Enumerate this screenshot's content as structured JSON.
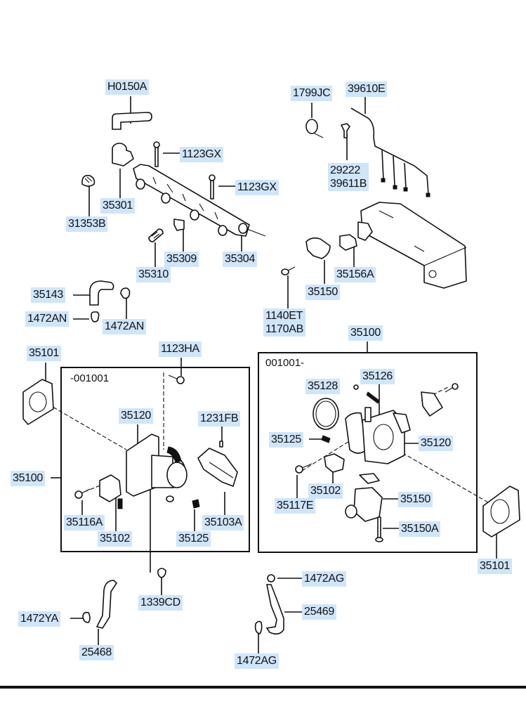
{
  "diagram": {
    "type": "exploded-parts-diagram",
    "subject": "Throttle body and fuel rail assembly",
    "highlight_color": "#cfe5fa",
    "boxes": {
      "left_note": "-001001",
      "right_note": "001001-"
    },
    "labels": {
      "h0150a": "H0150A",
      "l1123gx_a": "1123GX",
      "l1123gx_b": "1123GX",
      "l35301": "35301",
      "l31353b": "31353B",
      "l35310": "35310",
      "l35309": "35309",
      "l35304": "35304",
      "l1799jc": "1799JC",
      "l39610e": "39610E",
      "l29222": "29222",
      "l39611b": "39611B",
      "l35156a": "35156A",
      "l35150_top": "35150",
      "l1140et": "1140ET",
      "l1170ab": "1170AB",
      "l35143": "35143",
      "l1472an_a": "1472AN",
      "l1472an_b": "1472AN",
      "l35101_left": "35101",
      "l1123ha": "1123HA",
      "l35100_left": "35100",
      "l35120_left": "35120",
      "l1231fb": "1231FB",
      "l35116a": "35116A",
      "l35102_left": "35102",
      "l35125_left": "35125",
      "l35103a": "35103A",
      "l35100_right": "35100",
      "l35128": "35128",
      "l35126": "35126",
      "l35125_right": "35125",
      "l35120_right": "35120",
      "l35102_right": "35102",
      "l35117e": "35117E",
      "l35150_right": "35150",
      "l35150a": "35150A",
      "l35101_right": "35101",
      "l1339cd": "1339CD",
      "l1472ya": "1472YA",
      "l25468": "25468",
      "l1472ag_a": "1472AG",
      "l25469": "25469",
      "l1472ag_b": "1472AG"
    }
  }
}
